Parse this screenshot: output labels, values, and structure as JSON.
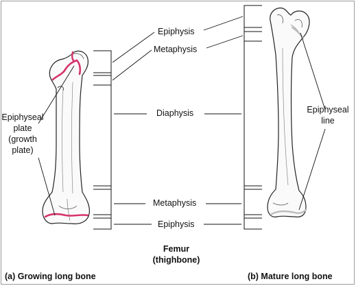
{
  "labels": {
    "epiphysis_top": "Epiphysis",
    "metaphysis_top": "Metaphysis",
    "diaphysis": "Diaphysis",
    "metaphysis_bottom": "Metaphysis",
    "epiphysis_bottom": "Epiphysis",
    "epiphyseal_plate": [
      "Epiphyseal",
      "plate",
      "(growth",
      "plate)"
    ],
    "epiphyseal_line": [
      "Epiphyseal",
      "line"
    ],
    "femur": [
      "Femur",
      "(thighbone)"
    ],
    "caption_a": "(a) Growing long bone",
    "caption_b": "(b) Mature long bone"
  },
  "colors": {
    "growth_plate": "#d6336c",
    "epiphyseal_line": "#bdbdbd",
    "bone_outline": "#222222",
    "bone_fill": "#fafafa"
  }
}
